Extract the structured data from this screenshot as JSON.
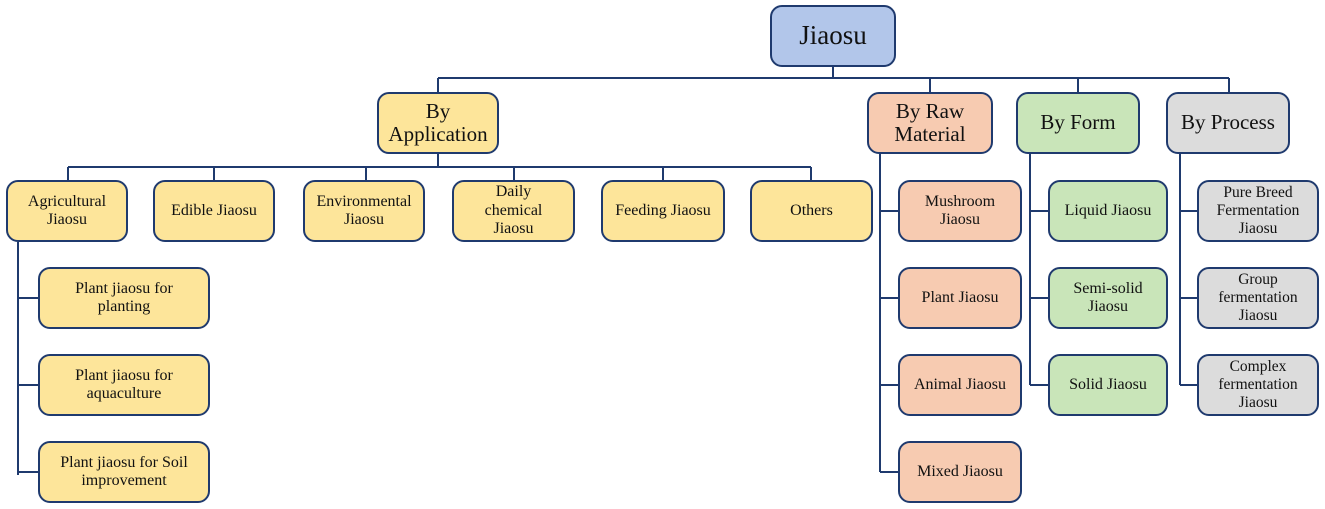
{
  "colors": {
    "line": "#1f3a6e",
    "root_fill": "#b2c6ea",
    "application_fill": "#fde59a",
    "raw_material_fill": "#f7cbb1",
    "form_fill": "#c9e5b9",
    "process_fill": "#dcdcdc"
  },
  "root": {
    "label": "Jiaosu"
  },
  "categories": {
    "application": {
      "label": "By\nApplication",
      "children": {
        "agricultural": {
          "label": "Agricultural\nJiaosu",
          "children": {
            "planting": "Plant jiaosu for\nplanting",
            "aquaculture": "Plant jiaosu for\naquaculture",
            "soil": "Plant jiaosu for Soil\nimprovement"
          }
        },
        "edible": "Edible Jiaosu",
        "environmental": "Environmental\nJiaosu",
        "daily_chemical": "Daily\nchemical\nJiaosu",
        "feeding": "Feeding Jiaosu",
        "others": "Others"
      }
    },
    "raw_material": {
      "label": "By Raw\nMaterial",
      "children": {
        "mushroom": "Mushroom\nJiaosu",
        "plant": "Plant Jiaosu",
        "animal": "Animal Jiaosu",
        "mixed": "Mixed Jiaosu"
      }
    },
    "form": {
      "label": "By Form",
      "children": {
        "liquid": "Liquid Jiaosu",
        "semi_solid": "Semi-solid\nJiaosu",
        "solid": "Solid Jiaosu"
      }
    },
    "process": {
      "label": "By Process",
      "children": {
        "pure_breed": "Pure Breed\nFermentation\nJiaosu",
        "group": "Group\nfermentation\nJiaosu",
        "complex": "Complex\nfermentation\nJiaosu"
      }
    }
  }
}
